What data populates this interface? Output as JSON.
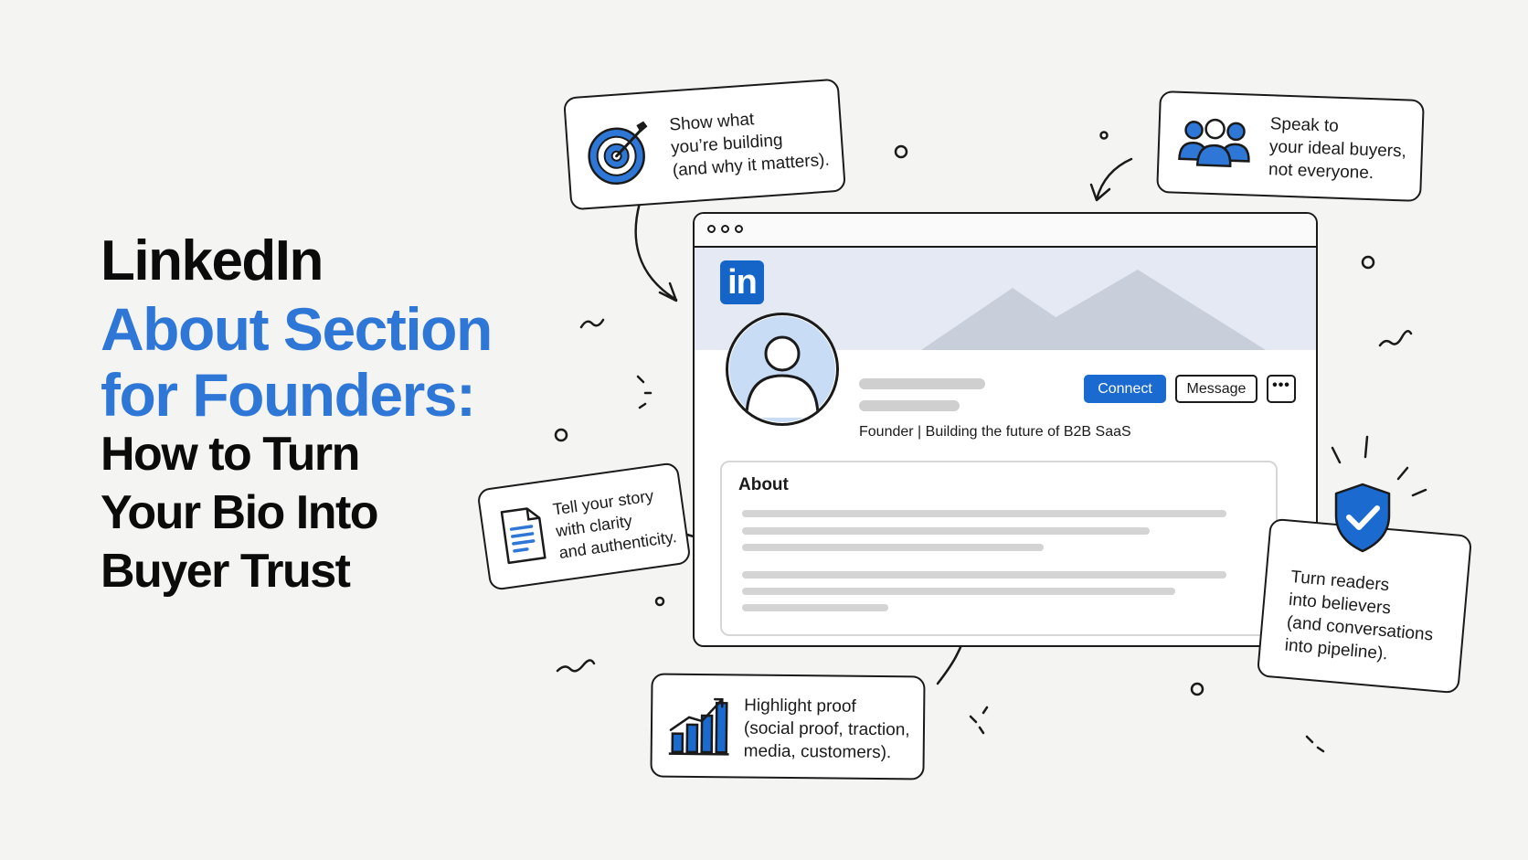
{
  "title": {
    "line1": "LinkedIn",
    "line2": "About Section",
    "line3": "for Founders:",
    "line4": "How to Turn",
    "line5": "Your Bio Into",
    "line6": "Buyer Trust"
  },
  "callouts": {
    "show": {
      "l1": "Show what",
      "l2": "you’re building",
      "l3": "(and why it matters).",
      "icon": "target-icon"
    },
    "speak": {
      "l1": "Speak to",
      "l2": "your ideal buyers,",
      "l3": "not everyone.",
      "icon": "people-icon"
    },
    "story": {
      "l1": "Tell your story",
      "l2": "with clarity",
      "l3": "and authenticity.",
      "icon": "document-icon"
    },
    "proof": {
      "l1": "Highlight proof",
      "l2": "(social proof, traction,",
      "l3": "media, customers).",
      "icon": "bar-chart-icon"
    },
    "believers": {
      "l1": "Turn readers",
      "l2": "into believers",
      "l3": "(and conversations",
      "l4": "into pipeline).",
      "icon": "shield-check-icon"
    }
  },
  "profile": {
    "logo": "in",
    "connect": "Connect",
    "message": "Message",
    "more": "•••",
    "headline": "Founder | Building the future of B2B SaaS",
    "about_title": "About"
  },
  "colors": {
    "accent": "#2f77d6",
    "linkedin": "#1565c8",
    "ink": "#1a1a1a"
  }
}
